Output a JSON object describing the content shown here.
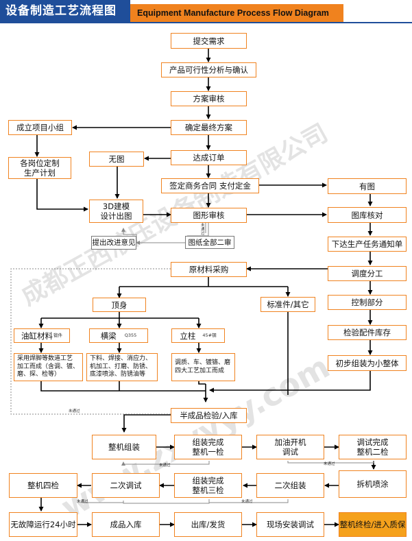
{
  "header": {
    "title_cn": "设备制造工艺流程图",
    "title_en": "Equipment Manufacture Process Flow Diagram"
  },
  "nodes": {
    "submit": "提交需求",
    "feasibility": "产品可行性分析与确认",
    "plan_review": "方案审核",
    "final_plan": "确定最终方案",
    "team": "成立项目小组",
    "schedule": "各岗位定制\n生产计划",
    "no_drawing": "无图",
    "order": "达成订单",
    "contract": "签定商务合同 支付定金",
    "has_drawing": "有图",
    "design": "3D建模\n设计出图",
    "drawing_review": "图形审核",
    "library_check": "图库核对",
    "feedback": "提出改进意见",
    "approval2": "图纸全部二审",
    "task_notice": "下达生产任务通知单",
    "dispatch": "调度分工",
    "materials": "原材料采购",
    "top_body": "顶身",
    "standard_parts": "标准件/其它",
    "control": "控制部分",
    "cylinder": "油缸材料",
    "beam": "横梁",
    "column": "立柱",
    "inspect_parts": "检验配件库存",
    "preassembly": "初步组装为小整体",
    "cylinder_detail": "采用焊脚等数道工艺\n加工而成（含调、镀、\n磨、探、检等）",
    "beam_detail": "下料、焊接、消应力、\n机加工、打磨、防锈、\n底漆喷涂、防锈油等",
    "column_detail": "调质、车、镀铬、磨\n四大工艺加工而成",
    "semi_inspect": "半成品检验/入库",
    "assembly": "整机组装",
    "check1": "组装完成\n整机一检",
    "oil_test": "加油开机\n调试",
    "check2": "调试完成\n整机二检",
    "check4": "整机四检",
    "debug2": "二次调试",
    "check3": "组装完成\n整机三检",
    "assembly2": "二次组装",
    "disassembly": "拆机喷涂",
    "run24": "无故障运行24小时",
    "storage": "成品入库",
    "shipping": "出库/发货",
    "onsite": "现场安装调试",
    "final": "整机终检/进入质保"
  },
  "subs": {
    "cylinder": "锻件",
    "beam": "Q355",
    "column": "45#钢"
  },
  "notes": {
    "n1": "未\n通\n过",
    "fail": "未通过"
  },
  "watermarks": {
    "company": "成都正西液压设备制造有限公司",
    "url": "www.zxyyyy.com"
  }
}
